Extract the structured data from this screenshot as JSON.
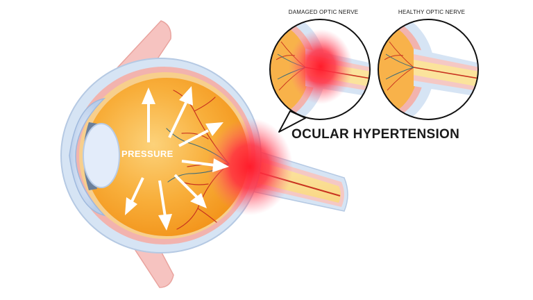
{
  "labels": {
    "damaged_optic_nerve": "DAMAGED OPTIC NERVE",
    "healthy_optic_nerve": "HEALTHY OPTIC NERVE",
    "title": "OCULAR HYPERTENSION",
    "pressure": "PRESSURE"
  },
  "colors": {
    "vitreous": "#f7a128",
    "vitreous_light": "#fcd27a",
    "sclera": "#d6e4f4",
    "choroid": "#f2b3ae",
    "muscle": "#f6c3c0",
    "nerve": "#fbe39c",
    "vessel": "#c8321f",
    "inflammation": "#ff1e2d",
    "arrow": "#ffffff"
  }
}
